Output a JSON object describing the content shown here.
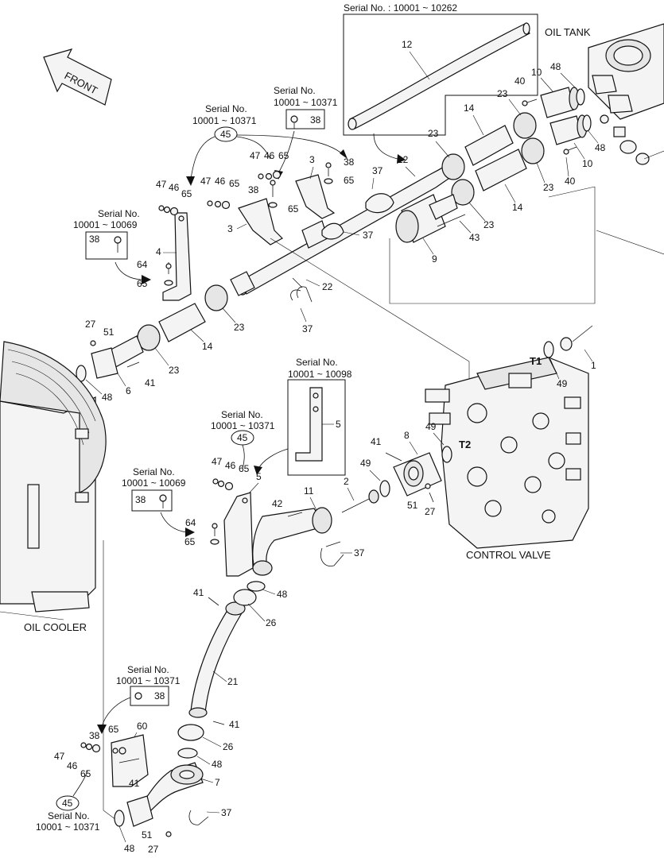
{
  "labels": {
    "oil_tank": "OIL TANK",
    "front": "FRONT",
    "control_valve": "CONTROL VALVE",
    "oil_cooler": "OIL COOLER",
    "t1": "T1",
    "t2": "T2"
  },
  "serials": {
    "top_box": "Serial No. : 10001 ~ 10262",
    "sn_title": "Serial No.",
    "r10371": "10001 ~ 10371",
    "r10069": "10001 ~ 10069",
    "r10098": "10001 ~ 10098"
  },
  "parts": {
    "p1": "1",
    "p2": "2",
    "p3": "3",
    "p4": "4",
    "p5": "5",
    "p6": "6",
    "p7": "7",
    "p8": "8",
    "p9": "9",
    "p10": "10",
    "p11": "11",
    "p12": "12",
    "p14": "14",
    "p21": "21",
    "p22": "22",
    "p23": "23",
    "p26": "26",
    "p27": "27",
    "p37": "37",
    "p38": "38",
    "p40": "40",
    "p41": "41",
    "p42": "42",
    "p43": "43",
    "p45": "45",
    "p46": "46",
    "p47": "47",
    "p48": "48",
    "p49": "49",
    "p51": "51",
    "p60": "60",
    "p64": "64",
    "p65": "65"
  }
}
